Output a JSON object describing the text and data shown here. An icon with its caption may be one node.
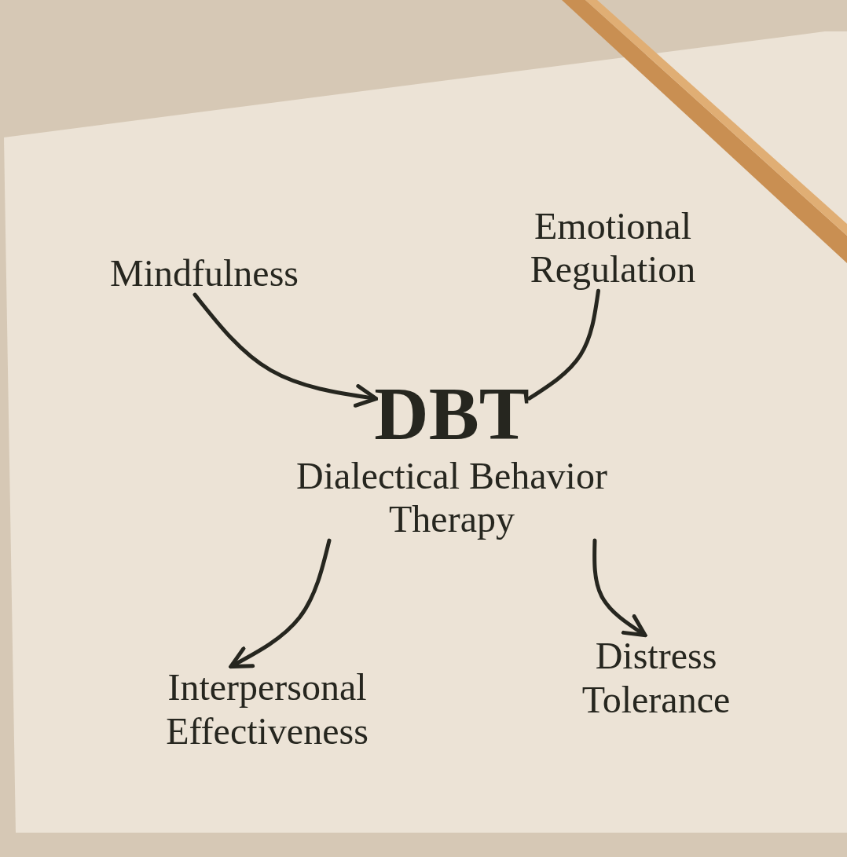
{
  "diagram": {
    "nodes": [
      {
        "text": [
          "Mindfulness"
        ]
      },
      {
        "text": [
          "Emotional Regulation"
        ]
      },
      {
        "text": [
          "DBT",
          "Dialectical Behavior Therapy"
        ]
      },
      {
        "text": [
          "Interpersonal Effectiveness"
        ]
      },
      {
        "text": [
          "Distress Tolerance"
        ]
      }
    ],
    "edges": [
      {
        "from": 0,
        "to": 2,
        "arrow": "to"
      },
      {
        "from": 1,
        "to": 2,
        "arrow": "none"
      },
      {
        "from": 2,
        "to": 3,
        "arrow": "to"
      },
      {
        "from": 2,
        "to": 4,
        "arrow": "to"
      }
    ]
  }
}
